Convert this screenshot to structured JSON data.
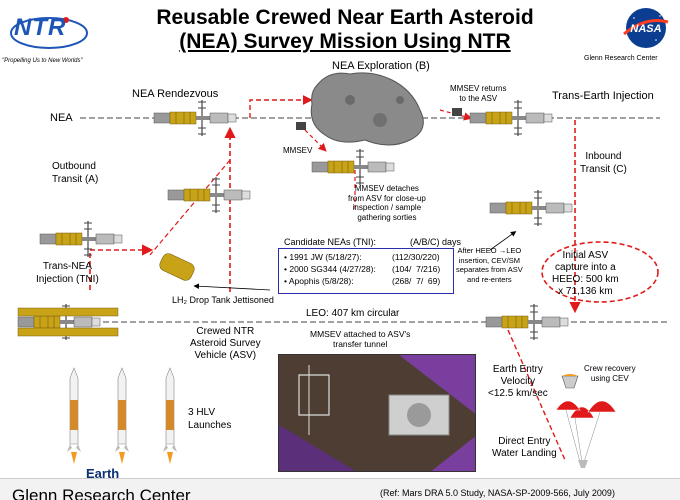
{
  "title": {
    "line1": "Reusable Crewed Near Earth Asteroid",
    "line2": "(NEA) Survey Mission Using NTR"
  },
  "logos": {
    "ntr_text": "NTR",
    "ntr_tagline": "\"Propelling Us to New Worlds\"",
    "nasa_text": "NASA",
    "nasa_caption": "Glenn Research Center"
  },
  "labels": {
    "nea": "NEA",
    "nea_rendezvous": "NEA Rendezvous",
    "nea_exploration": "NEA Exploration (B)",
    "mmsev_returns": "MMSEV returns\nto the ASV",
    "trans_earth": "Trans-Earth Injection",
    "mmsev": "MMSEV",
    "outbound_transit": "Outbound\nTransit (A)",
    "inbound_transit": "Inbound\nTransit (C)",
    "mmsev_detaches": "MMSEV detaches\nfrom ASV for close-up\ninspection / sample\ngathering sorties",
    "trans_nea": "Trans-NEA\nInjection (TNI)",
    "drop_tank": "LH₂ Drop Tank Jettisoned",
    "after_heeo": "After HEEO →LEO\ninsertion, CEV/SM\nseparates from ASV\nand re-enters",
    "initial_asv": "Initial ASV\ncapture into a\nHEEO: 500 km\nx 71,136 km",
    "leo": "LEO: 407 km circular",
    "crewed_ntr": "Crewed NTR\nAsteroid Survey\nVehicle (ASV)",
    "mmsev_attached": "MMSEV attached to ASV's\ntransfer tunnel",
    "earth_entry": "Earth Entry\nVelocity\n<12.5 km/sec",
    "crew_recovery": "Crew recovery\nusing CEV",
    "direct_entry": "Direct Entry\nWater Landing",
    "hlv": "3 HLV\nLaunches",
    "earth": "Earth"
  },
  "neo_table": {
    "header_name": "Candidate NEAs (TNI):",
    "header_days": "(A/B/C) days",
    "rows": [
      {
        "name": "• 1991 JW (5/18/27):",
        "days": "(112/30/220)"
      },
      {
        "name": "• 2000 SG344 (4/27/28):",
        "days": "(104/  7/216)"
      },
      {
        "name": "• Apophis (5/8/28):",
        "days": "(268/  7/  69)"
      }
    ]
  },
  "footer": {
    "left": "Glenn Research Center",
    "ref": "(Ref: Mars DRA 5.0 Study, NASA-SP-2009-566, July 2009)"
  },
  "colors": {
    "title": "#000000",
    "trajectory": "#e01a1a",
    "tank": "#c8a318",
    "nasa_blue": "#0b3d91",
    "nasa_red": "#fc3d21",
    "neo_box_border": "#2b2bb0"
  }
}
